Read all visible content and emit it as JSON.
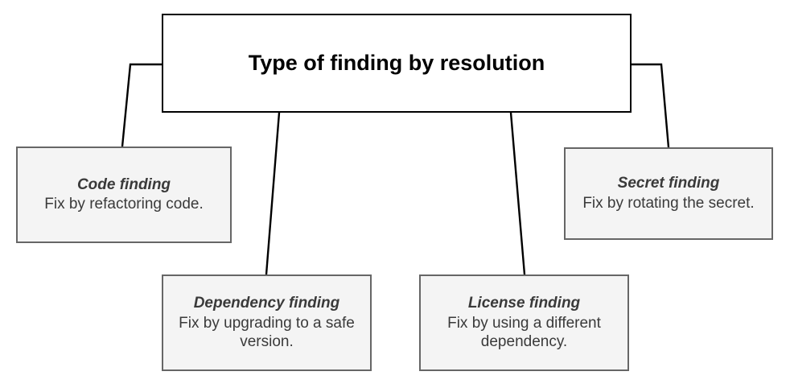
{
  "diagram": {
    "root": {
      "title": "Type of finding by resolution"
    },
    "nodes": [
      {
        "id": "code-finding",
        "title": "Code finding",
        "description": "Fix by refactoring code."
      },
      {
        "id": "dependency-finding",
        "title": "Dependency finding",
        "description": "Fix by upgrading to a safe version."
      },
      {
        "id": "license-finding",
        "title": "License finding",
        "description": "Fix by using a different dependency."
      },
      {
        "id": "secret-finding",
        "title": "Secret finding",
        "description": "Fix by rotating the secret."
      }
    ],
    "colors": {
      "root_border": "#000000",
      "root_fill": "#ffffff",
      "leaf_border": "#666666",
      "leaf_fill": "#f4f4f4",
      "leaf_text": "#3a3a3a",
      "root_text": "#000000",
      "connector": "#000000"
    }
  }
}
